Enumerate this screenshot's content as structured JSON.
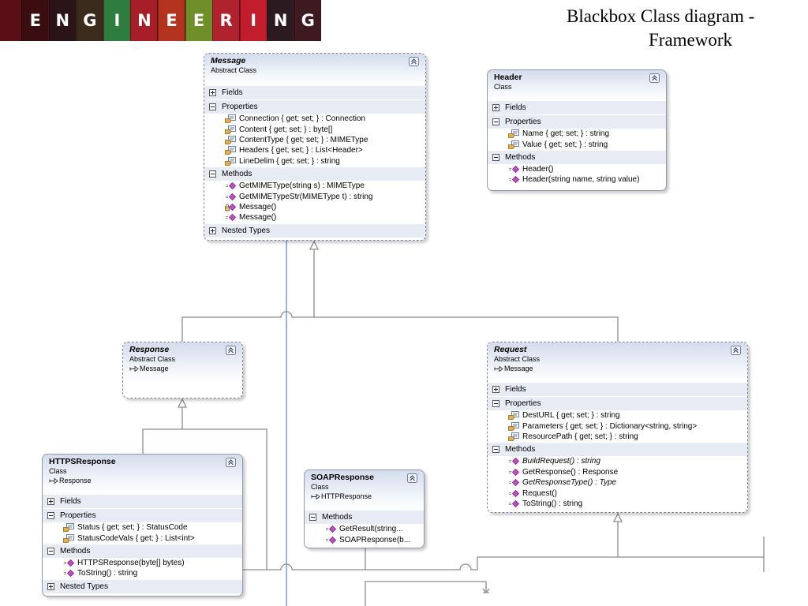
{
  "banner": {
    "letters": [
      "E",
      "N",
      "G",
      "I",
      "N",
      "E",
      "E",
      "R",
      "I",
      "N",
      "G"
    ],
    "tile_colors": [
      "#3a0d10",
      "#2a1418",
      "#3b2b1d",
      "#2e7d3f",
      "#a51e28",
      "#b3331f",
      "#6f8f2a",
      "#b0222d",
      "#c21d2c",
      "#2b1a20",
      "#3d1a1f"
    ],
    "background": "#5a0f16"
  },
  "title": {
    "line1": "Blackbox Class diagram -",
    "line2": "Framework"
  },
  "colors": {
    "connector": "#8c8c8c",
    "crossing_line": "#7097d0",
    "section_bg": "#e7ebf3",
    "method_icon": "#c24bc6"
  },
  "classes": {
    "message": {
      "name": "Message",
      "kind": "Abstract Class",
      "sections": {
        "fields": "Fields",
        "properties": "Properties",
        "methods": "Methods",
        "nested": "Nested Types"
      },
      "properties": [
        "Connection { get; set; } : Connection",
        "Content { get; set; } : byte[]",
        "ContentType { get; set; } : MIMEType",
        "Headers { get; set; } : List<Header>",
        "LineDelim { get; set; } : string"
      ],
      "methods": [
        {
          "text": "GetMIMEType(string s) : MIMEType",
          "icon": "method-icon"
        },
        {
          "text": "GetMIMETypeStr(MIMEType t) : string",
          "icon": "method-icon"
        },
        {
          "text": "Message()",
          "icon": "protected-method-icon"
        },
        {
          "text": "Message()",
          "icon": "method-icon"
        }
      ]
    },
    "header": {
      "name": "Header",
      "kind": "Class",
      "sections": {
        "fields": "Fields",
        "properties": "Properties",
        "methods": "Methods"
      },
      "properties": [
        "Name { get; set; } : string",
        "Value { get; set; } : string"
      ],
      "methods": [
        {
          "text": "Header()",
          "icon": "method-icon"
        },
        {
          "text": "Header(string name, string value)",
          "icon": "method-icon"
        }
      ]
    },
    "response": {
      "name": "Response",
      "kind": "Abstract Class",
      "base": "Message"
    },
    "request": {
      "name": "Request",
      "kind": "Abstract Class",
      "base": "Message",
      "sections": {
        "fields": "Fields",
        "properties": "Properties",
        "methods": "Methods"
      },
      "properties": [
        "DestURL { get; set; } : string",
        "Parameters { get; set; } : Dictionary<string, string>",
        "ResourcePath { get; set; } : string"
      ],
      "methods": [
        {
          "text": "BuildRequest() : string",
          "icon": "method-icon",
          "abstract": true
        },
        {
          "text": "GetResponse() : Response",
          "icon": "method-icon"
        },
        {
          "text": "GetResponseType() : Type",
          "icon": "method-icon",
          "abstract": true
        },
        {
          "text": "Request()",
          "icon": "method-icon"
        },
        {
          "text": "ToString() : string",
          "icon": "method-icon"
        }
      ]
    },
    "https_response": {
      "name": "HTTPSResponse",
      "kind": "Class",
      "base": "Response",
      "sections": {
        "fields": "Fields",
        "properties": "Properties",
        "methods": "Methods",
        "nested": "Nested Types"
      },
      "properties": [
        "Status { get; set; } : StatusCode",
        "StatusCodeVals { get; } : List<int>"
      ],
      "methods": [
        {
          "text": "HTTPSResponse(byte[] bytes)",
          "icon": "method-icon"
        },
        {
          "text": "ToString() : string",
          "icon": "method-icon"
        }
      ]
    },
    "soap_response": {
      "name": "SOAPResponse",
      "kind": "Class",
      "base": "HTTPResponse",
      "sections": {
        "methods": "Methods"
      },
      "methods": [
        {
          "text": "GetResult(string...",
          "icon": "method-icon"
        },
        {
          "text": "SOAPResponse(b...",
          "icon": "method-icon"
        }
      ]
    }
  }
}
